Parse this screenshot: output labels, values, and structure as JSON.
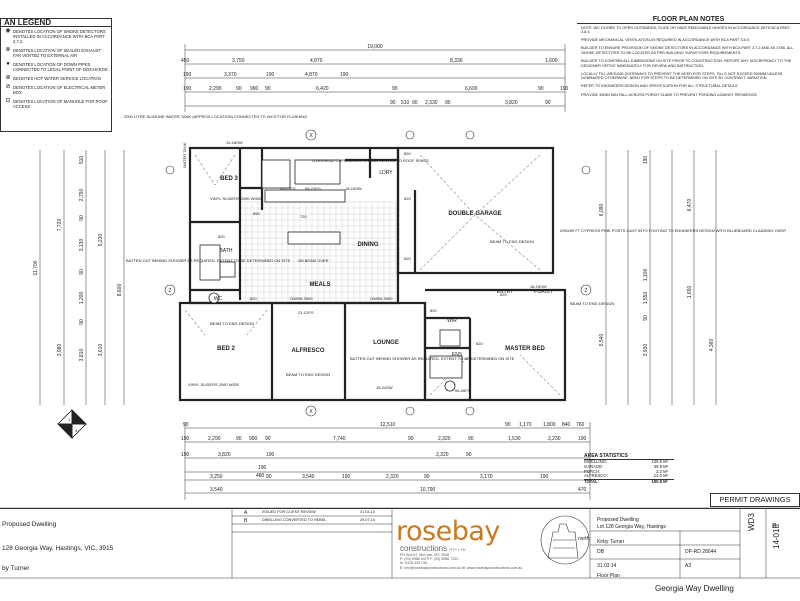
{
  "legend": {
    "title": "AN LEGEND",
    "items": [
      {
        "symbol": "◉",
        "text": "DENOTES LOCATION OF SMOKE DETECTORS INSTALLED IN ACCORDANCE WITH BCA PART 3.7.2"
      },
      {
        "symbol": "⊗",
        "text": "DENOTES LOCATION OF SEALED EXHAUST FAN VENTED TO EXTERNAL AIR"
      },
      {
        "symbol": "●",
        "text": "DENOTES LOCATION OF DOWN PIPES CONNECTED TO LEGAL POINT OF DISCHARGE"
      },
      {
        "symbol": "⊕",
        "text": "DENOTES HOT WATER SERVICE LOCATION"
      },
      {
        "symbol": "⊘",
        "text": "DENOTES LOCATION OF ELECTRICAL METER BOX"
      },
      {
        "symbol": "⊡",
        "text": "DENOTES LOCATION OF MANHOLE FOR ROOF ACCESS"
      }
    ]
  },
  "notes": {
    "title": "FLOOR PLAN NOTES",
    "items": [
      "NOTE: WC DOORS TO OPEN OUTWARDS, SLIDE OR HAVE REMOVABLE HINGES IN ACCORDANCE WITH BCA PART 3.8.3.",
      "PROVIDE MECHANICAL VENTILATION AS REQUIRED IN ACCORDANCE WITH BCA PART 3.8.5.",
      "BUILDER TO ENSURE PROVISION OF SMOKE DETECTORS IN ACCORDANCE WITH BCA PART 3.7.2 AND AS 3786. ALL SMOKE DETECTORS TO BE LOCATED AS PER BUILDING SURVEYORS REQUIREMENTS.",
      "BUILDER TO CONFIRM ALL DIMENSIONS ON SITE PRIOR TO CONSTRUCTION. REPORT ANY DISCREPANCY TO THE DESIGNER OFFICE IMMEDIATELY FOR REVIEW AND INSTRUCTION.",
      "LOCALLY FILL AROUND DOORWAYS TO PREVENT THE NEED FOR STEPS. FILLS NOT EXCEED 300MM UNLESS NOMINATED OTHERWISE. NEED FOR STEPS TO BE DETERMINED ON SITE BY CONTRACT VARIATION.",
      "REFER TO ENGINEERS DESIGN AND SPECIFICATION FOR ALL STRUCTURAL DETAILS.",
      "PROVIDE 30MM MIN FALL ACROSS PORCH SLABS TO PREVENT PONDING AGAINST RESIDENCE."
    ]
  },
  "dimensions": {
    "overall_top": "19,000",
    "top_row_1": [
      "450",
      "3,750",
      "4,870",
      "8,330",
      "1,600"
    ],
    "top_row_2": [
      "190",
      "3,370",
      "190",
      "4,870",
      "190"
    ],
    "top_row_3": [
      "190",
      "2,290",
      "90",
      "990",
      "90",
      "6,420",
      "90",
      "6,600",
      "90",
      "190"
    ],
    "top_row_4": [
      "90",
      "510",
      "90",
      "2,330",
      "90",
      "3,820",
      "90"
    ],
    "bottom_row_1": [
      "90",
      "12,510",
      "90",
      "1,170",
      "1,800",
      "840",
      "760"
    ],
    "bottom_row_2": [
      "190",
      "2,290",
      "90",
      "990",
      "90",
      "7,740",
      "90",
      "2,320",
      "90",
      "1,530",
      "2,230",
      "190"
    ],
    "bottom_row_3": [
      "190",
      "3,820",
      "190",
      "2,320",
      "90"
    ],
    "bottom_row_4": [
      "190",
      "480"
    ],
    "bottom_row_5": [
      "3,250",
      "90",
      "3,540",
      "190",
      "2,320",
      "90",
      "3,170",
      "190"
    ],
    "bottom_row_6": [
      "3,540",
      "10,790",
      "470"
    ],
    "left_overall": "11,700",
    "left_col": [
      "7,720",
      "3,980"
    ],
    "left_inner": [
      "510",
      "2,750",
      "90",
      "3,130",
      "90",
      "1,200",
      "90",
      "3,810"
    ],
    "left_inner_2": [
      "5,230",
      "8,600",
      "3,610"
    ],
    "right_col": [
      "6,090",
      "5,540"
    ],
    "right_inner": [
      "190",
      "1,100",
      "1,550",
      "90",
      "3,930"
    ],
    "right_inner_2": [
      "6,470",
      "1,650",
      "4,360"
    ]
  },
  "rooms": {
    "bed3": "BED 3",
    "bed2": "BED 2",
    "bath": "BATH",
    "wc": "WC",
    "ldry": "LDRY",
    "dining": "DINING",
    "meals": "MEALS",
    "garage": "DOUBLE GARAGE",
    "alfresco": "ALFRESCO",
    "lounge": "LOUNGE",
    "entry": "ENTRY",
    "porch": "PORCH",
    "wir": "WIR",
    "ens": "ENS",
    "master": "MASTER BED"
  },
  "annotations": {
    "hw_tank": "2000 LITRE SLIMLINE WATER TANK (APPROX LOCATION) CONNECTED TO WCS FOR FLUSHING",
    "overhead": "OVERHEAD CUPBOARDS R/HOOD VENTED TO ROOF SPACE",
    "batten_1": "BATTEN OUT BEHIND SHOWER AS REQUIRED. EXTENT TO BE DETERMINED ON SITE",
    "batten_2": "BATTEN OUT BEHIND SHOWER AS REQUIRED. EXTENT TO BE DETERMINED ON SITE",
    "beam_garage": "BEAM TO ENG DESIGN",
    "beam_bed2": "BEAM TO ENG DESIGN",
    "beam_alfresco": "BEAM TO ENG DESIGN",
    "beam_porch": "BEAM TO ENG DESIGN",
    "post": "2/90x90 F7 CYPRESS PINE POSTS CAST INTO FOOTING TO ENGINEERS DESIGN WITH BLUEBOARD CLADDING OVER",
    "vinyl_1": "VINYL SLIDERS 2060 WIDE",
    "vinyl_2": "VINYL SLIDERS 2060 WIDE",
    "island": "2M BEAM OVER",
    "water_tank": "WATER TANK",
    "window_codes": [
      "12-18SW",
      "18-18SW",
      "06-21FG",
      "06-21FG",
      "21-12FG",
      "18-24SW",
      "06-06FG",
      "18-15SW",
      "OWSN 3000",
      "OWSN 3000"
    ],
    "cabinet_codes": [
      "850",
      "820",
      "820",
      "820",
      "820",
      "820",
      "820",
      "820",
      "820",
      "720"
    ],
    "grid_x": "X",
    "grid_z": "Z",
    "section_no": [
      "1",
      "3",
      "2",
      "4"
    ]
  },
  "area": {
    "title": "AREA STATISTICS",
    "rows": [
      {
        "label": "DWELLING:",
        "value": "135.8 M²"
      },
      {
        "label": "GARAGE:",
        "value": "39.9 M²"
      },
      {
        "label": "PORCH:",
        "value": "2.2 M²"
      },
      {
        "label": "ALFRESCO:",
        "value": "13.0 M²"
      },
      {
        "label": "TOTAL:",
        "value": "190.9 M²"
      }
    ]
  },
  "permit": "PERMIT DRAWINGS",
  "title_block": {
    "project": "Proposed Dwelling",
    "address": "128 Georgia Way, Hastings, VIC, 3915",
    "client": "by Turner",
    "revisions": [
      {
        "rev": "A",
        "desc": "ISSUED FOR CLIENT REVIEW",
        "date": "31.03.14"
      },
      {
        "rev": "B",
        "desc": "DWELLING CONVERTED TO HEBEL",
        "date": "29.07.14"
      }
    ],
    "logo_main": "rosebay",
    "logo_sub": "constructions",
    "logo_pty": "PTY LTD",
    "logo_addr_1": "PO Box 67, McCrae, VIC 3938",
    "logo_addr_2": "P: (03) 5986 5479  F: (03) 5986 7322",
    "logo_addr_3": "M: 0418 333 745",
    "logo_web": "E: info@rosebayconstructions.com.au  W: www.rosebayconstructions.com.au",
    "north": "north",
    "info_project": "Proposed Dwelling",
    "info_lot": "Lot 128 Georgia Way, Hastings",
    "info_client": "Kirby Turner",
    "info_drawn": "DB",
    "info_date": "31.03.14",
    "info_job": "DP-RD 28044",
    "info_sheet": "Floor Plan",
    "info_size": "A3",
    "sheet_no": "WD3",
    "job_no": "14-018",
    "rev_letter": "B",
    "footer": "Georgia Way Dwelling"
  }
}
